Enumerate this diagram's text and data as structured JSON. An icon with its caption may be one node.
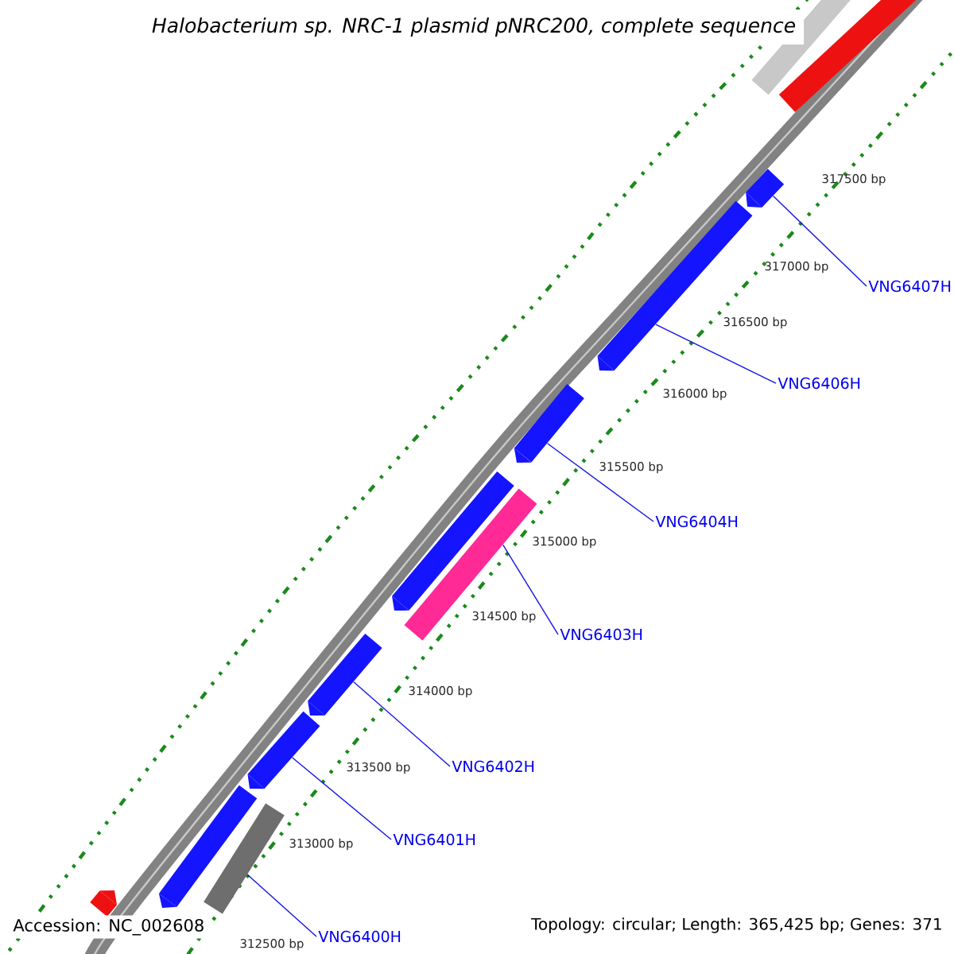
{
  "diagram": {
    "title": "Halobacterium sp. NRC-1 plasmid pNRC200, complete sequence",
    "nodes": [
      {
        "text": [],
        "shape": "bar"
      },
      {
        "text": [],
        "shape": "bar"
      },
      {
        "text": [],
        "shape": "arrow"
      },
      {
        "text": [],
        "shape": "arrow"
      },
      {
        "text": [],
        "shape": "arrow"
      },
      {
        "text": [],
        "shape": "arrow"
      },
      {
        "text": [],
        "shape": "bar"
      },
      {
        "text": [],
        "shape": "arrow"
      },
      {
        "text": [],
        "shape": "arrow"
      },
      {
        "text": [],
        "shape": "arrow"
      },
      {
        "text": [],
        "shape": "bar"
      },
      {
        "text": [],
        "shape": "arrow"
      },
      {
        "text": [
          "VNG6407H"
        ]
      },
      {
        "text": [
          "VNG6406H"
        ]
      },
      {
        "text": [
          "VNG6404H"
        ]
      },
      {
        "text": [
          "VNG6403H"
        ]
      },
      {
        "text": [
          "VNG6402H"
        ]
      },
      {
        "text": [
          "VNG6401H"
        ]
      },
      {
        "text": [
          "VNG6400H"
        ]
      }
    ],
    "edges": [
      {
        "from": 12,
        "to": 2,
        "arrow": "none"
      },
      {
        "from": 13,
        "to": 3,
        "arrow": "none"
      },
      {
        "from": 14,
        "to": 4,
        "arrow": "none"
      },
      {
        "from": 15,
        "to": 6,
        "arrow": "none"
      },
      {
        "from": 16,
        "to": 7,
        "arrow": "none"
      },
      {
        "from": 17,
        "to": 8,
        "arrow": "none"
      },
      {
        "from": 18,
        "to": 10,
        "arrow": "none"
      }
    ],
    "labels": [
      "317500 bp",
      "317000 bp",
      "316500 bp",
      "316000 bp",
      "315500 bp",
      "315000 bp",
      "314500 bp",
      "314000 bp",
      "313500 bp",
      "313000 bp",
      "312500 bp",
      "Accession: NC_002608",
      "Topology: circular; Length: 365,425 bp; Genes: 371"
    ]
  }
}
